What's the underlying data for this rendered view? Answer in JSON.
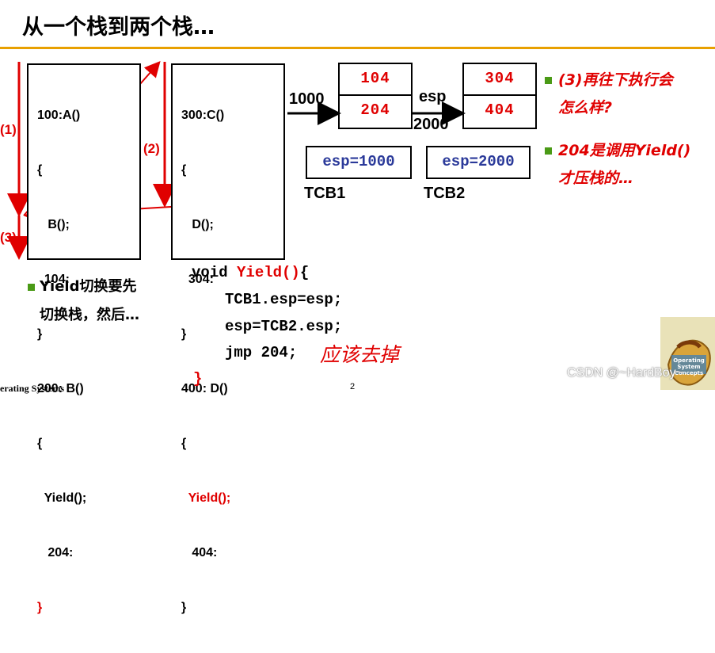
{
  "title": "从一个栈到两个栈…",
  "stack1": {
    "lines": [
      "100:A()",
      "{",
      "   B();",
      "  104:",
      "}",
      "200: B()",
      "{",
      "  Yield();",
      "   204:",
      "}"
    ]
  },
  "stack2": {
    "lines": [
      "300:C()",
      "{",
      "   D();",
      "  304:",
      "}",
      "400: D()",
      "{",
      "  Yield();",
      "   404:",
      "}"
    ]
  },
  "steps": [
    "(1)",
    "(2)",
    "(3)"
  ],
  "stack_tcb1": {
    "top": "104",
    "bottom": "204",
    "addr": "1000",
    "tcb_value": "esp=1000",
    "tcb_label": "TCB1"
  },
  "stack_tcb2": {
    "top": "304",
    "bottom": "404",
    "esp_label": "esp",
    "addr": "2000",
    "tcb_value": "esp=2000",
    "tcb_label": "TCB2"
  },
  "notes_right": [
    {
      "lines": [
        "(3)再往下执行会",
        "怎么样?"
      ]
    },
    {
      "lines": [
        "204是调用Yield()",
        "才压栈的…"
      ]
    }
  ],
  "note_left": {
    "lines": [
      "Yield切换要先",
      "切换栈，然后…"
    ]
  },
  "yield_code": {
    "l1_kw": "void ",
    "l1_fn": "Yield()",
    "l1_brace": "{",
    "l2": "TCB1.esp=esp;",
    "l3": "esp=TCB2.esp;",
    "l4": "jmp 204;",
    "l4_note": "应该去掉",
    "l5": "}"
  },
  "footer": {
    "left": "erating Systems",
    "page": "2",
    "watermark": "CSDN @~HardBoy~"
  },
  "colors": {
    "accent": "#e00000",
    "rule": "#e8a000",
    "bullet": "#4a9a16",
    "tcb_text": "#2b3a9a"
  }
}
